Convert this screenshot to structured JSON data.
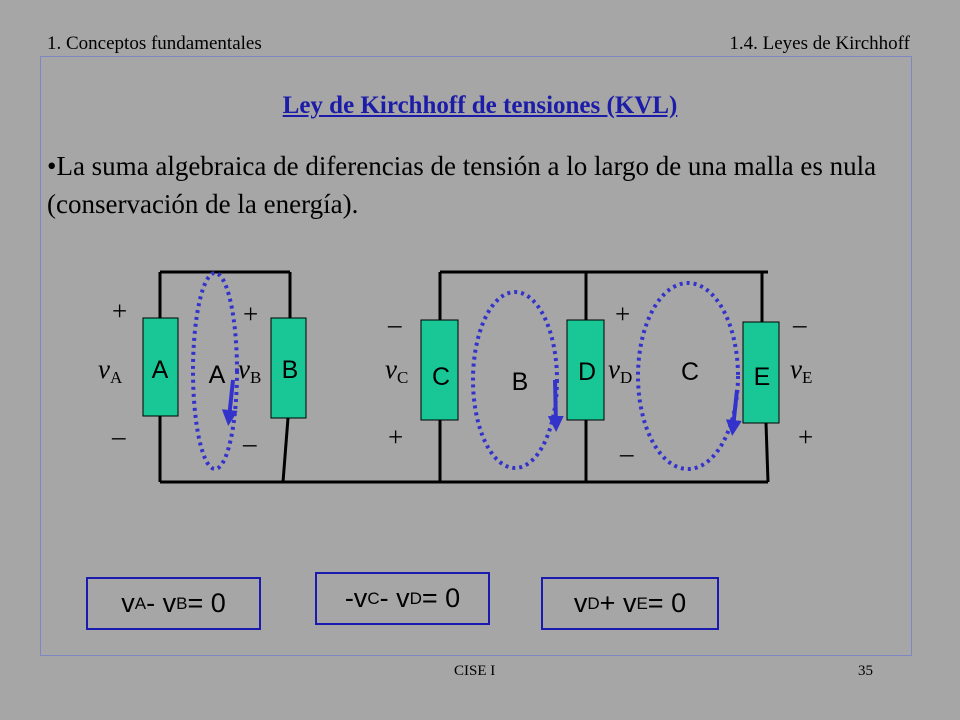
{
  "header": {
    "left": "1. Conceptos fundamentales",
    "right": "1.4. Leyes de Kirchhoff"
  },
  "title": "Ley de Kirchhoff de tensiones (KVL)",
  "bullet": "•La suma algebraica de diferencias de tensión a lo largo de una malla es nula (conservación de la energía).",
  "circuit": {
    "elements": [
      "A",
      "B",
      "C",
      "D",
      "E"
    ],
    "loops": [
      "A",
      "B",
      "C"
    ],
    "voltage_labels": [
      {
        "letter": "v",
        "sub": "A",
        "top": "+",
        "bottom": "–"
      },
      {
        "letter": "v",
        "sub": "B",
        "top": "+",
        "bottom": "–"
      },
      {
        "letter": "v",
        "sub": "C",
        "top": "–",
        "bottom": "+"
      },
      {
        "letter": "v",
        "sub": "D",
        "top": "+",
        "bottom": "–"
      },
      {
        "letter": "v",
        "sub": "E",
        "top": "–",
        "bottom": "+"
      }
    ],
    "colors": {
      "element_fill": "#19c695",
      "loop_color": "#3333cc",
      "wire": "#000000"
    }
  },
  "equations": [
    {
      "t1": "v",
      "s1": "A",
      "t2": " - v",
      "s2": "B",
      "t3": "= 0"
    },
    {
      "t1": "-v",
      "s1": "C",
      "t2": " - v",
      "s2": "D",
      "t3": "= 0"
    },
    {
      "t1": "v",
      "s1": "D",
      "t2": " + v",
      "s2": "E",
      "t3": "= 0"
    }
  ],
  "footer": {
    "center": "CISE I",
    "page": "35"
  }
}
